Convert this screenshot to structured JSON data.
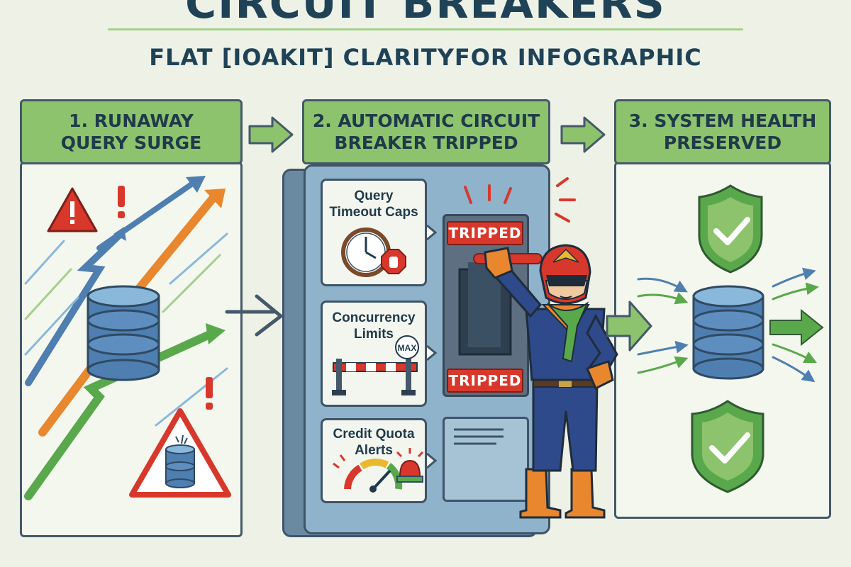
{
  "header": {
    "title": "CIRCUIT BREAKERS",
    "subtitle": "FLAT [IOAKIT] CLARITYFOR  INFOGRAPHIC"
  },
  "steps": [
    {
      "label": "1. RUNAWAY\nQUERY SURGE"
    },
    {
      "label": "2. AUTOMATIC CIRCUIT\nBREAKER TRIPPED"
    },
    {
      "label": "3. SYSTEM HEALTH\nPRESERVED"
    }
  ],
  "controls": [
    {
      "label": "Query\nTimeout Caps"
    },
    {
      "label": "Concurrency\nLimits"
    },
    {
      "label": "Credit Quota\nAlerts"
    }
  ],
  "breaker": {
    "status_top": "TRIPPED",
    "status_bottom": "TRIPPED",
    "max_badge": "MAX"
  },
  "colors": {
    "accent_green": "#8cc36c",
    "alert_red": "#d8382c",
    "outline": "#44596a",
    "database_blue": "#4f7fb0"
  }
}
